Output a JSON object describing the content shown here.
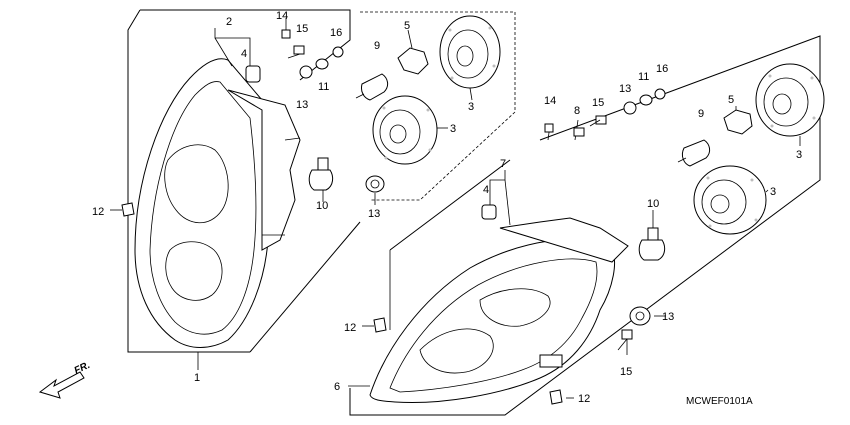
{
  "callouts": {
    "c1": "1",
    "c2": "2",
    "c3a": "3",
    "c3b": "3",
    "c3c": "3",
    "c3d": "3",
    "c4a": "4",
    "c4b": "4",
    "c5a": "5",
    "c5b": "5",
    "c6": "6",
    "c7": "7",
    "c8": "8",
    "c9a": "9",
    "c9b": "9",
    "c10a": "10",
    "c10b": "10",
    "c11a": "11",
    "c11b": "11",
    "c12a": "12",
    "c12b": "12",
    "c12c": "12",
    "c13a": "13",
    "c13b": "13",
    "c13c": "13",
    "c13d": "13",
    "c14a": "14",
    "c14b": "14",
    "c15a": "15",
    "c15b": "15",
    "c15c": "15",
    "c16a": "16",
    "c16b": "16"
  },
  "direction_label": "FR.",
  "diagram_code": "MCWEF0101A",
  "icons": {
    "direction": "arrow-icon"
  }
}
